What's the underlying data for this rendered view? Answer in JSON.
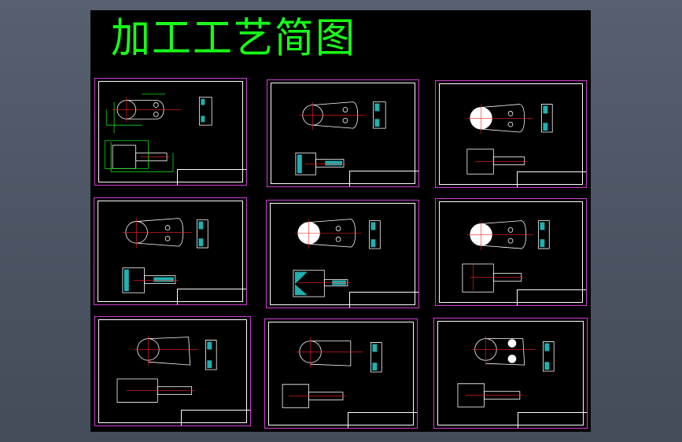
{
  "page": {
    "title": "加工工艺简图",
    "title_color": "#18ff18",
    "frame_color": "#d23cd2",
    "border_color": "#ffffff",
    "center_line_color": "#ff2020",
    "hatch_color": "#20b0b0",
    "canvas_background": "#000000"
  },
  "sheets": [
    {
      "id": 1,
      "variant": "dimensioned"
    },
    {
      "id": 2,
      "variant": "front-side"
    },
    {
      "id": 3,
      "variant": "hatched-boss"
    },
    {
      "id": 4,
      "variant": "front-side"
    },
    {
      "id": 5,
      "variant": "diamond-boss"
    },
    {
      "id": 6,
      "variant": "hatched-boss"
    },
    {
      "id": 7,
      "variant": "open-profile"
    },
    {
      "id": 8,
      "variant": "open-profile"
    },
    {
      "id": 9,
      "variant": "drilled-holes"
    }
  ]
}
